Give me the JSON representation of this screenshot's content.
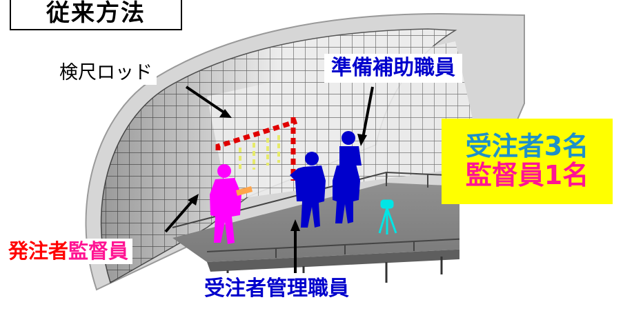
{
  "title": "従来方法",
  "labels": {
    "rod": "検尺ロッド",
    "assistant": "準備補助職員",
    "supervisor_prefix": "発注者",
    "supervisor_suffix": "監督員",
    "manager": "受注者管理職員"
  },
  "counts": {
    "contractor": "受注者3名",
    "supervisor": "監督員1名"
  },
  "colors": {
    "title_text": "#000000",
    "workers": "#0000cc",
    "supervisor_figure": "#ff00ff",
    "survey_tripod": "#00e5e5",
    "rod_red": "#e00000",
    "count_box_bg": "#ffff00",
    "contractor_text": "#1e90c8",
    "supervisor_text": "#ff1493",
    "supervisor_prefix_text": "#ff0000"
  }
}
